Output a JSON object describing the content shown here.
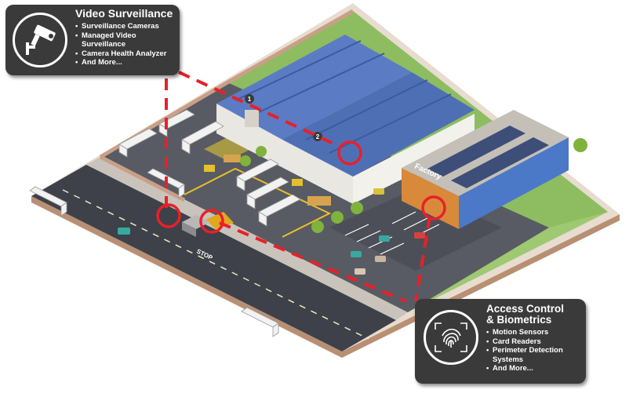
{
  "video_surveillance": {
    "title": "Video Surveillance",
    "icon": "cctv-camera-icon",
    "items": [
      "Surveillance Cameras",
      "Managed Video Surveillance",
      "Camera Health Analyzer",
      "And More..."
    ]
  },
  "access_control": {
    "title_line1": "Access Control",
    "title_line2": "& Biometrics",
    "icon": "fingerprint-icon",
    "items": [
      "Motion Sensors",
      "Card Readers",
      "Perimeter Detection Systems",
      "And More..."
    ]
  },
  "scene": {
    "factory_sign": "Factory",
    "stop_marking": "STOP",
    "warehouse_doors": [
      "1",
      "2"
    ]
  },
  "colors": {
    "callout_bg": "#3a3a3a",
    "highlight_red": "#e8202a",
    "roof_blue": "#5b7cc4",
    "asphalt": "#4a4d55",
    "grass": "#8fbe62",
    "factory_orange": "#d9893a"
  }
}
